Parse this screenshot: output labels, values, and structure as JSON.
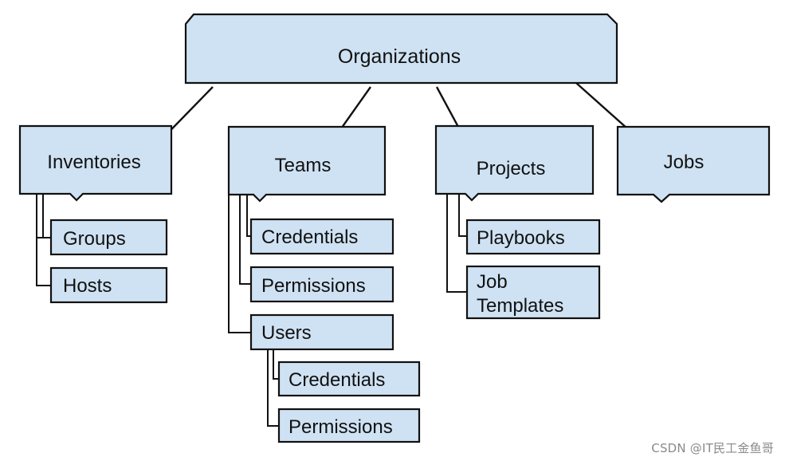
{
  "nodes": {
    "organizations": "Organizations",
    "inventories": "Inventories",
    "teams": "Teams",
    "projects": "Projects",
    "jobs": "Jobs",
    "groups": "Groups",
    "hosts": "Hosts",
    "teams_credentials": "Credentials",
    "teams_permissions": "Permissions",
    "users": "Users",
    "users_credentials": "Credentials",
    "users_permissions": "Permissions",
    "playbooks": "Playbooks",
    "job_templates_line1": "Job",
    "job_templates_line2": "Templates"
  },
  "watermark": "CSDN @IT民工金鱼哥",
  "colors": {
    "box_fill": "#cfe2f3",
    "stroke": "#111111",
    "watermark": "#8a8a8a"
  }
}
